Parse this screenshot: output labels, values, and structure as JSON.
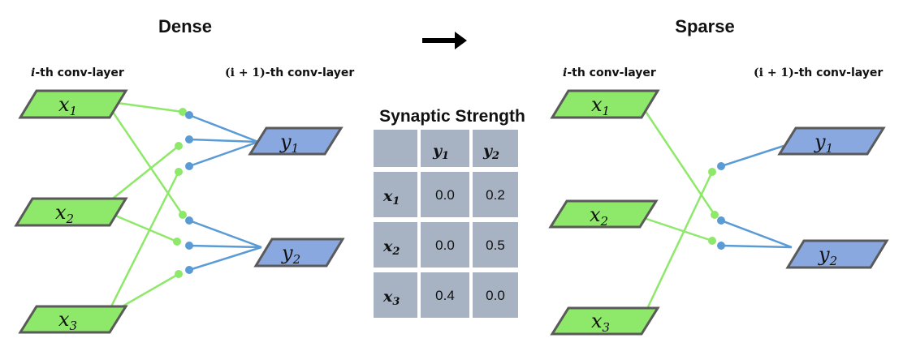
{
  "colors": {
    "input_fill": "#8ee86a",
    "output_fill": "#8aa8e0",
    "node_stroke": "#5a5a5a",
    "green_edge": "#8ee86a",
    "blue_edge": "#5b9bd5",
    "table_cell": "#a7b2c3"
  },
  "titles": {
    "dense": "Dense",
    "sparse": "Sparse",
    "arrow_icon": "right-arrow"
  },
  "labels": {
    "i_italic": "i",
    "i_layer": "-th conv-layer",
    "ip1_math": "(i + 1)",
    "ip1_layer": "-th conv-layer"
  },
  "nodes": {
    "x1": {
      "base": "x",
      "sub": "1"
    },
    "x2": {
      "base": "x",
      "sub": "2"
    },
    "x3": {
      "base": "x",
      "sub": "3"
    },
    "y1": {
      "base": "y",
      "sub": "1"
    },
    "y2": {
      "base": "y",
      "sub": "2"
    }
  },
  "table": {
    "title": "Synaptic Strength",
    "columns": [
      {
        "base": "y",
        "sub": "1"
      },
      {
        "base": "y",
        "sub": "2"
      }
    ],
    "rows": [
      {
        "head": {
          "base": "x",
          "sub": "1"
        },
        "values": [
          "0.0",
          "0.2"
        ]
      },
      {
        "head": {
          "base": "x",
          "sub": "2"
        },
        "values": [
          "0.0",
          "0.5"
        ]
      },
      {
        "head": {
          "base": "x",
          "sub": "3"
        },
        "values": [
          "0.4",
          "0.0"
        ]
      }
    ]
  }
}
